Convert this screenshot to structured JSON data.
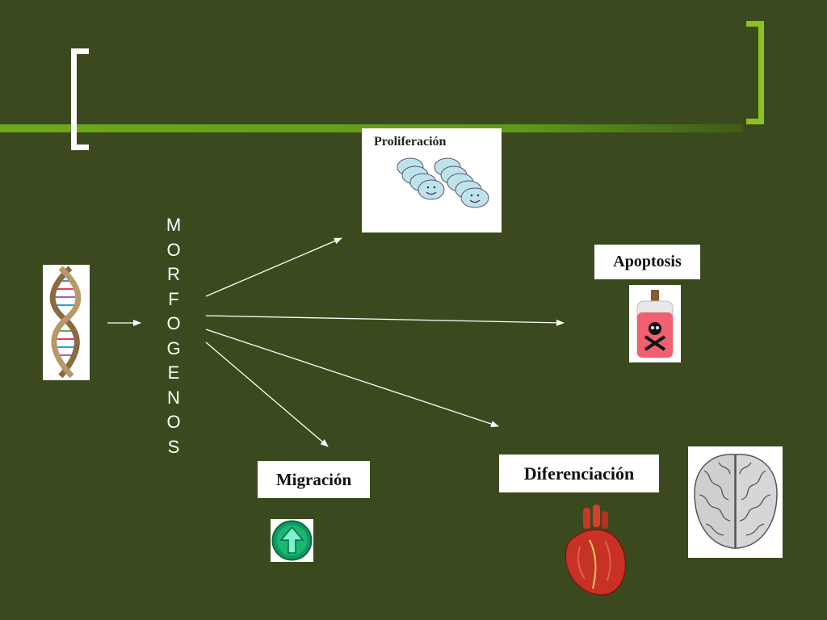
{
  "central_word": [
    "M",
    "O",
    "R",
    "F",
    "O",
    "G",
    "E",
    "N",
    "O",
    "S"
  ],
  "labels": {
    "proliferacion": "Proliferación",
    "apoptosis": "Apoptosis",
    "migracion": "Migración",
    "diferenciacion": "Diferenciación"
  },
  "icons": {
    "dna": "dna-helix-icon",
    "cells": "smiling-cells-icon",
    "poison": "poison-bottle-icon",
    "arrow_up": "green-up-arrow-icon",
    "heart": "heart-icon",
    "brain": "brain-icon"
  },
  "colors": {
    "background": "#3b4a1e",
    "accent_green": "#6fa81e",
    "bracket": "#ffffff"
  }
}
